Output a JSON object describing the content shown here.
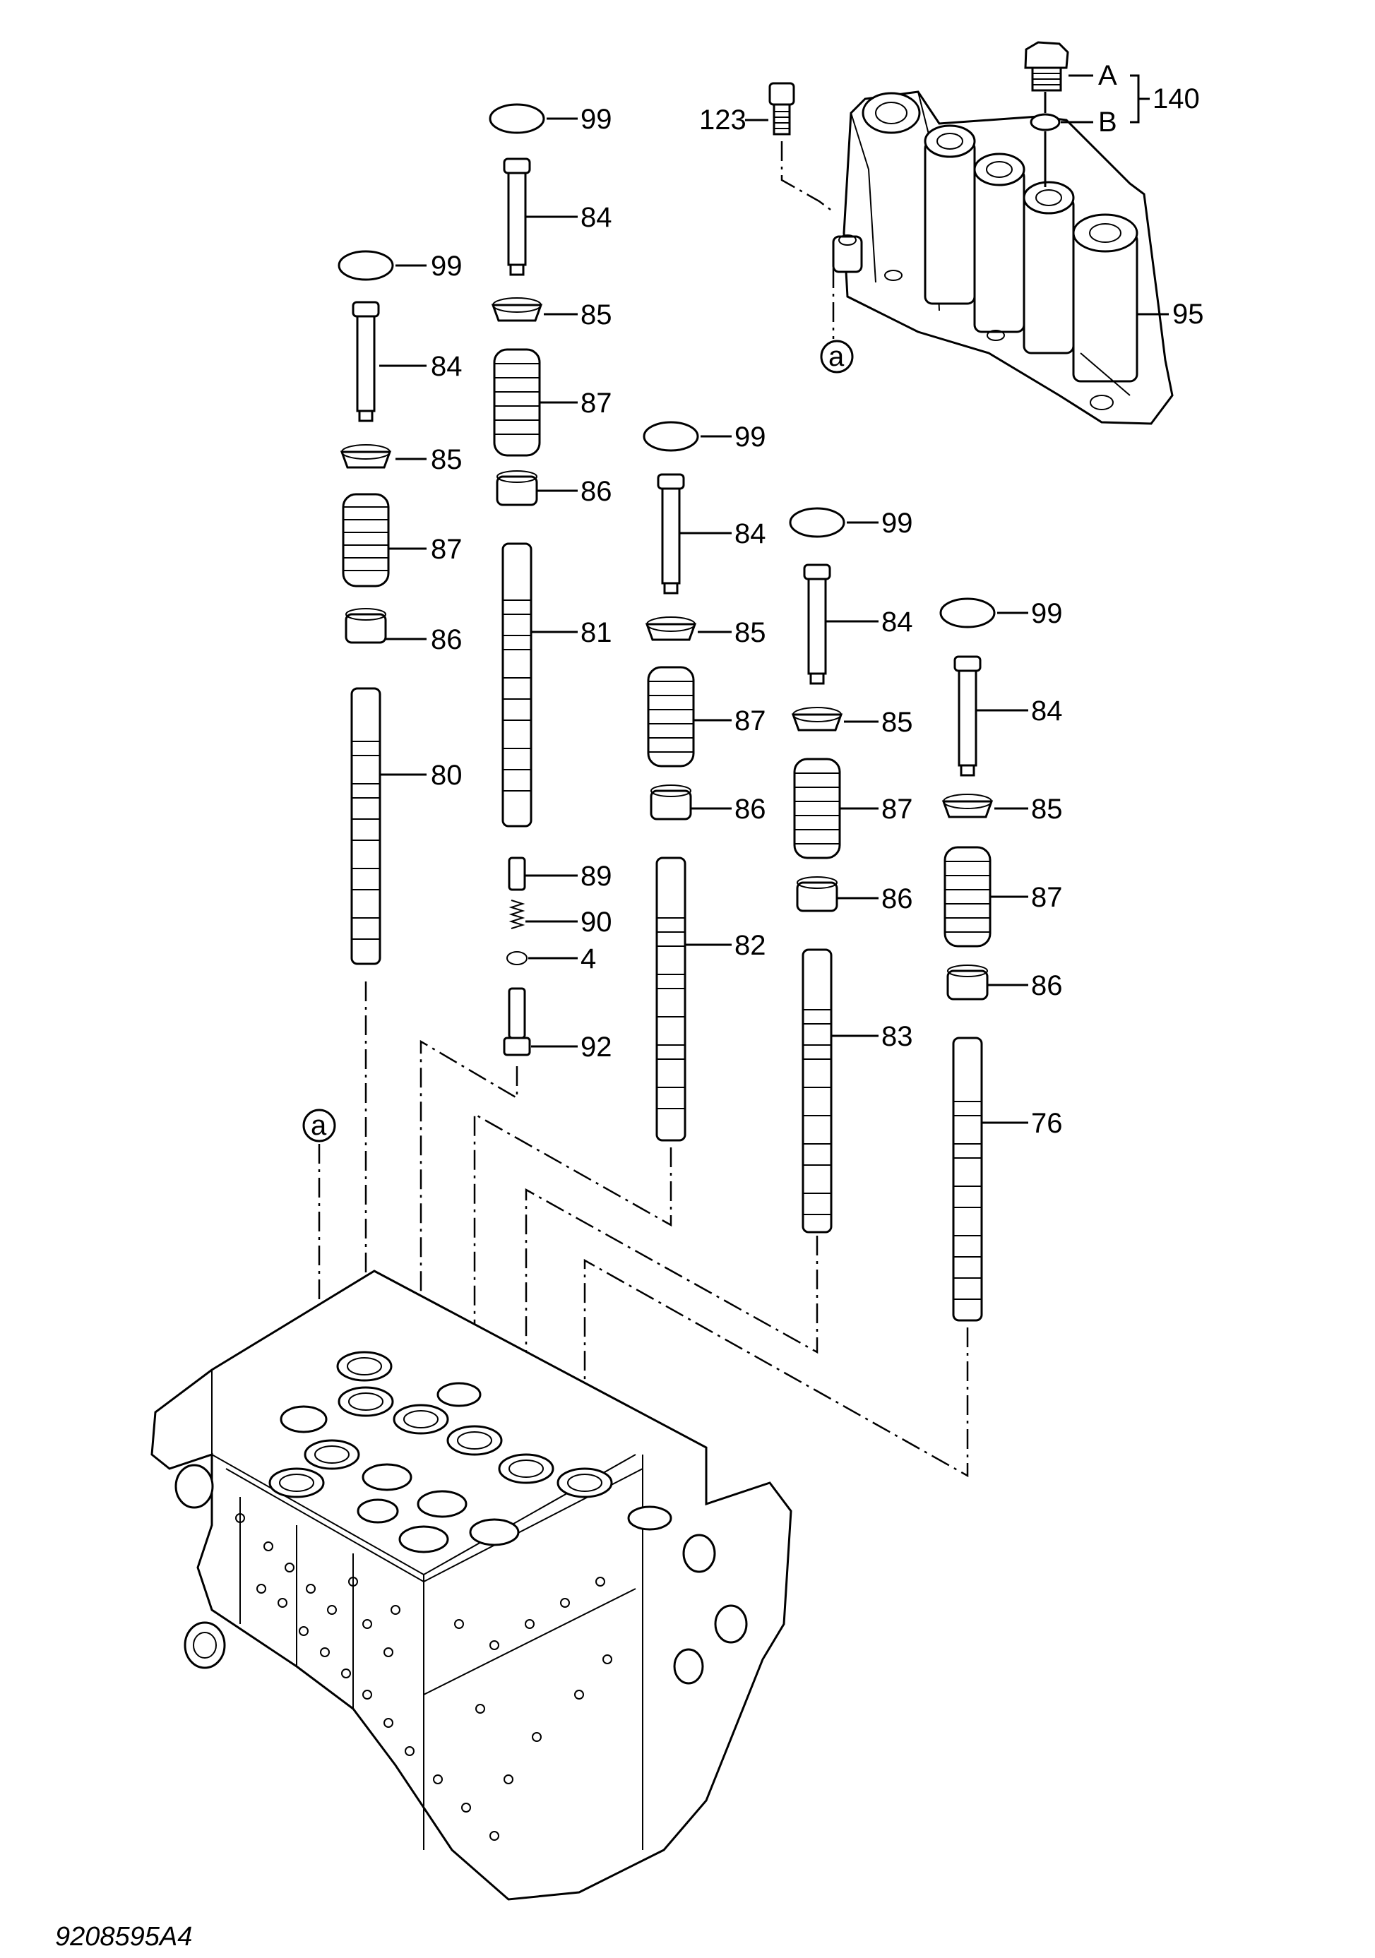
{
  "drawing_code": "9208595A4",
  "callouts": {
    "detail_a": "a",
    "part_a": "A",
    "part_b": "B",
    "kit_140": "140",
    "p123": "123",
    "p95": "95",
    "col1": [
      "99",
      "84",
      "85",
      "87",
      "86",
      "80"
    ],
    "col2": [
      "99",
      "84",
      "85",
      "87",
      "86",
      "81",
      "89",
      "90",
      "4",
      "92"
    ],
    "col3": [
      "99",
      "84",
      "85",
      "87",
      "86",
      "82"
    ],
    "col4": [
      "99",
      "84",
      "85",
      "87",
      "86",
      "83"
    ],
    "col5": [
      "99",
      "84",
      "85",
      "87",
      "86",
      "76"
    ]
  }
}
